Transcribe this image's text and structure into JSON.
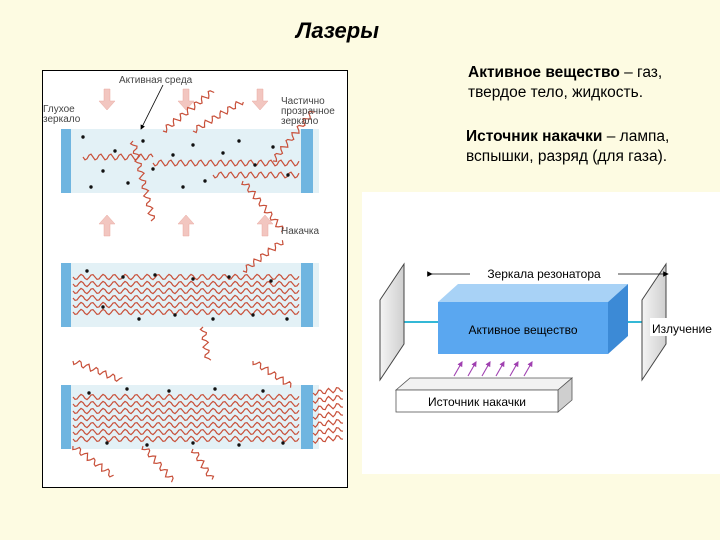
{
  "title": "Лазеры",
  "text": {
    "active_medium_label": "Активное вещество",
    "active_medium_rest_1": " – газ,",
    "active_medium_rest_2": "твердое тело, жидкость.",
    "pump_source_label": "Источник накачки",
    "pump_source_rest_1": "  – лампа,",
    "pump_source_rest_2": "вспышки, разряд (для газа)."
  },
  "left_diagram": {
    "labels": {
      "active_medium": "Активная среда",
      "rear_mirror_1": "Глухое",
      "rear_mirror_2": "зеркало",
      "output_mirror_1": "Частично",
      "output_mirror_2": "прозрачное",
      "output_mirror_3": "зеркало",
      "pumping": "Накачка"
    },
    "colors": {
      "tube": "#e3f1f6",
      "mirror": "#6fb5e0",
      "wave": "#c8503a",
      "arrow": "#f2c6c0",
      "dot": "#111111"
    }
  },
  "right_diagram": {
    "labels": {
      "resonator_mirrors": "Зеркала резонатора",
      "active_medium": "Активное вещество",
      "radiation": "Излучение",
      "pump_source": "Источник накачки"
    },
    "colors": {
      "block": "#5aa7f0",
      "beam": "#34b8d6",
      "pump_arrow": "#a040b0",
      "mirror": "#dcdcdc"
    }
  }
}
